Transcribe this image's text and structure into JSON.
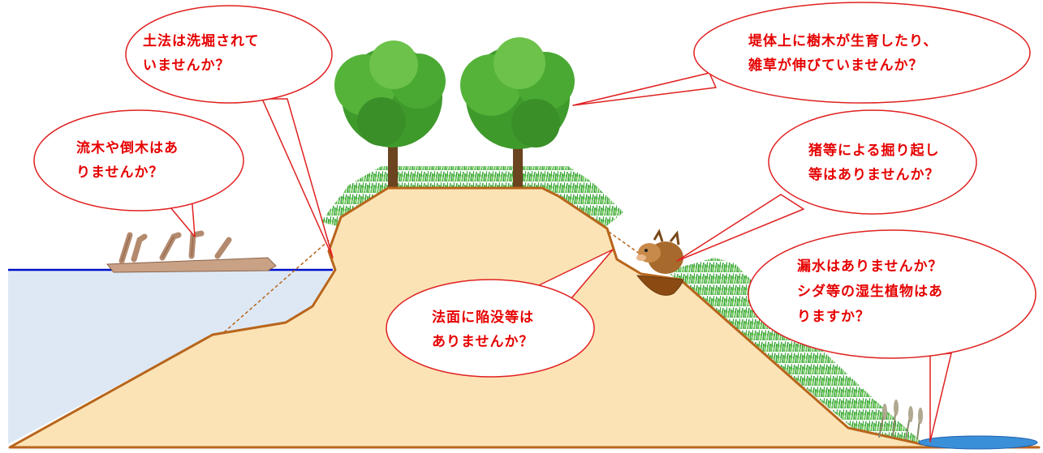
{
  "colors": {
    "bubble_border": "#e02020",
    "bubble_text": "#e60000",
    "embankment_fill": "#fbe3b6",
    "embankment_outline": "#b8651b",
    "water_fill": "#dde8f4",
    "water_line": "#0010c8",
    "grass": "#3aa53a",
    "leaf": "#3f9a2c",
    "trunk": "#6b4420",
    "spring_water": "#3a90d8"
  },
  "callouts": {
    "slope_scour": {
      "line1": "土法は洗堀されて",
      "line2": "いませんか？"
    },
    "driftwood": {
      "line1": "流木や倒木はあ",
      "line2": "りませんか？"
    },
    "trees_weeds": {
      "line1": "堤体上に樹木が生育したり、",
      "line2": "雑草が伸びていませんか？"
    },
    "boar_digging": {
      "line1": "猪等による掘り起し",
      "line2": "等はありませんか？"
    },
    "surface_collapse": {
      "line1": "法面に陥没等は",
      "line2": "ありませんか？"
    },
    "leakage": {
      "line1": "漏水はありませんか？",
      "line2": "シダ等の湿生植物はあ",
      "line3": "りますか？"
    }
  },
  "icons": [
    "driftwood-log-icon",
    "tree-icon",
    "boar-icon",
    "reed-icon"
  ]
}
